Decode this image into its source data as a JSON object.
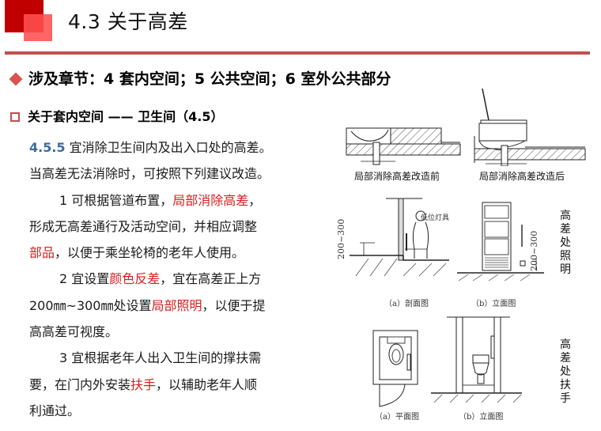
{
  "header": {
    "title": "4.3 关于高差",
    "accent_dark": "#c00000",
    "accent_light": "#ff5050",
    "rule_color": "#c0504d"
  },
  "chapters": {
    "bullet_icon": "diamond-icon",
    "text": "涉及章节：4 套内空间；5 公共空间；6 室外公共部分"
  },
  "section": {
    "bullet_icon": "square-outline-icon",
    "text": "关于套内空间 —— 卫生间（4.5）"
  },
  "body": {
    "clause_number": "4.5.5",
    "line1_rest": " 宜消除卫生间内及出入口处的高差。",
    "line2": "当高差无法消除时，可按照下列建议改造。",
    "item1_prefix": "1 可根据管道布置，",
    "item1_highlight": "局部消除高差",
    "item1_suffix": "，",
    "item1_line2": "形成无高差通行及活动空间，并相应调整",
    "item1_line3_highlight": "部品",
    "item1_line3_rest": "，以便于乘坐轮椅的老年人使用。",
    "item2_prefix": "2 宜设置",
    "item2_highlight": "颜色反差",
    "item2_suffix": "，宜在高差正上方",
    "item2_line2_prefix": "200㎜~300㎜处设置",
    "item2_line2_highlight": "局部照明",
    "item2_line2_suffix": "，以便于提",
    "item2_line3": "高高差可视度。",
    "item3_line1": "3 宜根据老年人出入卫生间的撑扶需",
    "item3_line2_prefix": "要，在门内外安装",
    "item3_line2_highlight": "扶手",
    "item3_line2_suffix": "，以辅助老年人顺",
    "item3_line3": "利通过。",
    "highlight_color": "#d42020",
    "number_color": "#3b6aa0"
  },
  "figures": {
    "before_caption": "局部消除高差改造前",
    "after_caption": "局部消除高差改造后",
    "lighting": {
      "section_caption": "（a）剖面图",
      "elevation_caption": "（b）立面图",
      "lamp_label": "低位灯具",
      "dimension_label": "200~300",
      "side_label": "高差处照明"
    },
    "handrail": {
      "plan_caption": "（a）平面图",
      "elevation_caption": "（b）立面图",
      "side_label": "高差处扶手"
    }
  }
}
